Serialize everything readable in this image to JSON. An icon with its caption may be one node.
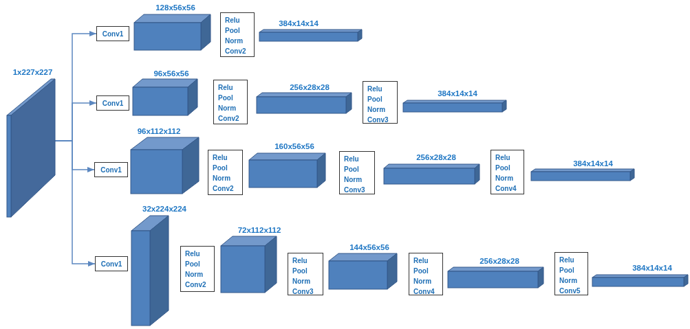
{
  "diagram": {
    "nodes": [
      {
        "text": [
          "1x227x227"
        ]
      },
      {
        "text": [
          "Conv1"
        ]
      },
      {
        "text": [
          "128x56x56"
        ]
      },
      {
        "text": [
          "Relu Pool Norm Conv2"
        ]
      },
      {
        "text": [
          "384x14x14"
        ]
      },
      {
        "text": [
          "Conv1"
        ]
      },
      {
        "text": [
          "96x56x56"
        ]
      },
      {
        "text": [
          "Relu Pool Norm Conv2"
        ]
      },
      {
        "text": [
          "256x28x28"
        ]
      },
      {
        "text": [
          "Relu Pool Norm Conv3"
        ]
      },
      {
        "text": [
          "384x14x14"
        ]
      },
      {
        "text": [
          "Conv1"
        ]
      },
      {
        "text": [
          "96x112x112"
        ]
      },
      {
        "text": [
          "Relu Pool Norm Conv2"
        ]
      },
      {
        "text": [
          "160x56x56"
        ]
      },
      {
        "text": [
          "Relu Pool Norm Conv3"
        ]
      },
      {
        "text": [
          "256x28x28"
        ]
      },
      {
        "text": [
          "Relu Pool Norm Conv4"
        ]
      },
      {
        "text": [
          "384x14x14"
        ]
      },
      {
        "text": [
          "Conv1"
        ]
      },
      {
        "text": [
          "32x224x224"
        ]
      },
      {
        "text": [
          "Relu Pool Norm Conv2"
        ]
      },
      {
        "text": [
          "72x112x112"
        ]
      },
      {
        "text": [
          "Relu Pool Norm Conv3"
        ]
      },
      {
        "text": [
          "144x56x56"
        ]
      },
      {
        "text": [
          "Relu Pool Norm Conv4"
        ]
      },
      {
        "text": [
          "256x28x28"
        ]
      },
      {
        "text": [
          "Relu Pool Norm Conv5"
        ]
      },
      {
        "text": [
          "384x14x14"
        ]
      }
    ],
    "edges": [
      {
        "from": 0,
        "to": 1,
        "arrow": "to"
      },
      {
        "from": 0,
        "to": 5,
        "arrow": "to"
      },
      {
        "from": 0,
        "to": 11,
        "arrow": "to"
      },
      {
        "from": 0,
        "to": 19,
        "arrow": "to"
      }
    ]
  }
}
